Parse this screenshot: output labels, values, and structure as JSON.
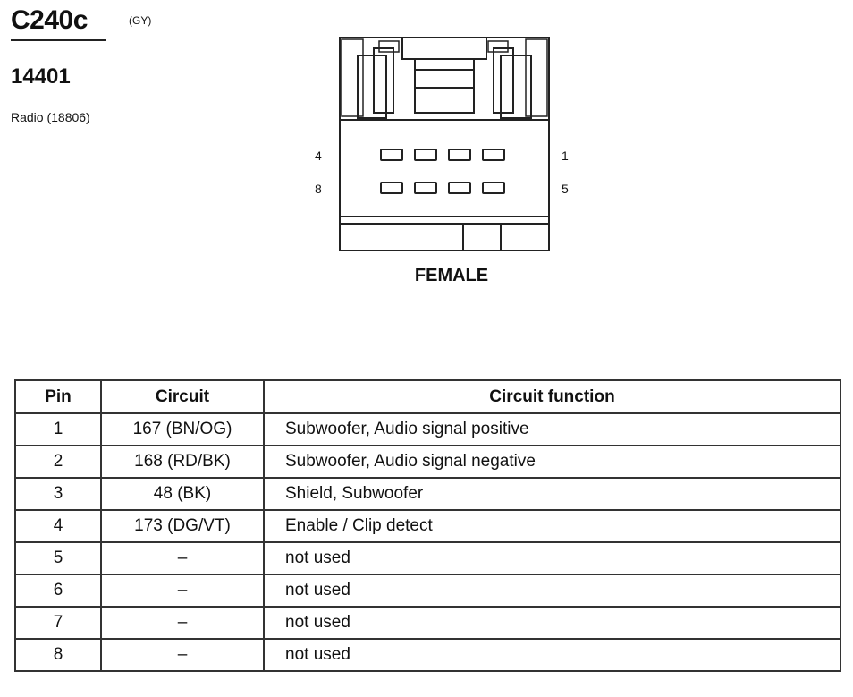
{
  "header": {
    "connector_id": "C240c",
    "connector_color": "(GY)",
    "part_number": "14401",
    "component": "Radio (18806)"
  },
  "diagram": {
    "pin_labels": {
      "top_left": "4",
      "top_right": "1",
      "bottom_left": "8",
      "bottom_right": "5"
    },
    "gender": "FEMALE"
  },
  "table": {
    "headers": [
      "Pin",
      "Circuit",
      "Circuit function"
    ],
    "rows": [
      {
        "pin": "1",
        "circuit": "167 (BN/OG)",
        "function": "Subwoofer, Audio signal positive"
      },
      {
        "pin": "2",
        "circuit": "168 (RD/BK)",
        "function": "Subwoofer, Audio signal negative"
      },
      {
        "pin": "3",
        "circuit": "48 (BK)",
        "function": "Shield, Subwoofer"
      },
      {
        "pin": "4",
        "circuit": "173 (DG/VT)",
        "function": "Enable / Clip detect"
      },
      {
        "pin": "5",
        "circuit": "–",
        "function": "not used"
      },
      {
        "pin": "6",
        "circuit": "–",
        "function": "not used"
      },
      {
        "pin": "7",
        "circuit": "–",
        "function": "not used"
      },
      {
        "pin": "8",
        "circuit": "–",
        "function": "not used"
      }
    ]
  }
}
